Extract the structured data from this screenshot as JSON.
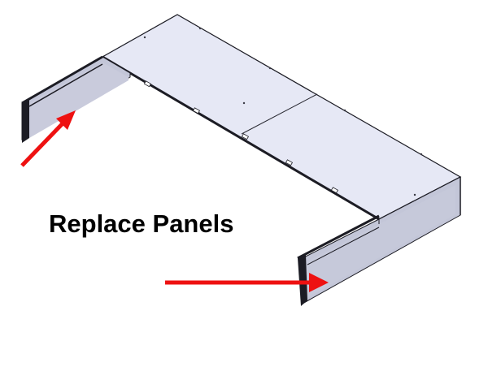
{
  "caption": {
    "text": "Replace Panels",
    "color": "#000000"
  },
  "colors": {
    "panel_top": "#e6e8f5",
    "panel_side": "#c3c6d8",
    "panel_side_dark": "#9ea1b6",
    "edge": "#1c1c24",
    "arrow": "#ee1111"
  },
  "arrows": {
    "count": 2,
    "icon": "red-arrow"
  }
}
